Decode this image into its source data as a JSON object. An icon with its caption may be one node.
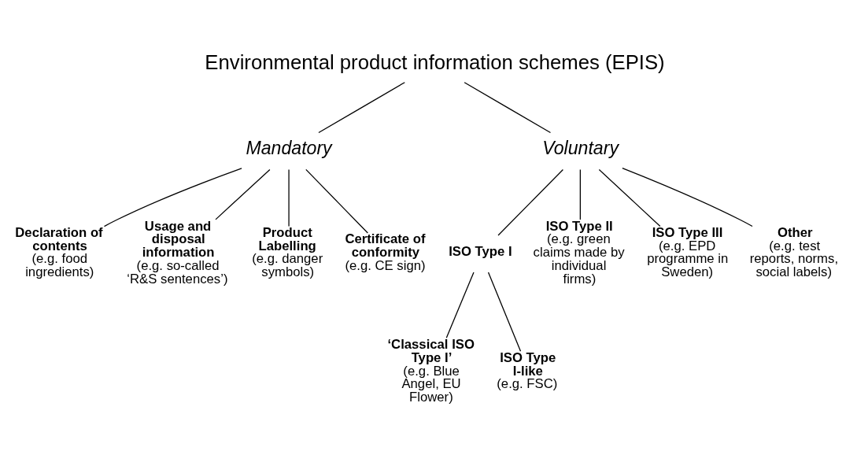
{
  "diagram": {
    "nodes": [
      {
        "text": [
          "Environmental product information schemes (EPIS)"
        ]
      },
      {
        "text": [
          "Mandatory"
        ]
      },
      {
        "text": [
          "Voluntary"
        ]
      },
      {
        "text": [
          "Declaration of contents",
          "(e.g. food ingredients)"
        ]
      },
      {
        "text": [
          "Usage and disposal information",
          "(e.g. so-called ‘R&S sentences’)"
        ]
      },
      {
        "text": [
          "Product Labelling",
          "(e.g. danger symbols)"
        ]
      },
      {
        "text": [
          "Certificate of conformity",
          "(e.g. CE sign)"
        ]
      },
      {
        "text": [
          "ISO Type I"
        ]
      },
      {
        "text": [
          "ISO Type II",
          "(e.g. green claims made by individual firms)"
        ]
      },
      {
        "text": [
          "ISO Type III",
          "(e.g. EPD programme in Sweden)"
        ]
      },
      {
        "text": [
          "Other",
          "(e.g. test reports, norms, social labels)"
        ]
      },
      {
        "text": [
          "‘Classical ISO Type I’",
          "(e.g. Blue Angel, EU Flower)"
        ]
      },
      {
        "text": [
          "ISO Type I-like",
          "(e.g. FSC)"
        ]
      }
    ],
    "edges": [
      {
        "from": 0,
        "to": 1,
        "arrow": "none"
      },
      {
        "from": 0,
        "to": 2,
        "arrow": "none"
      },
      {
        "from": 1,
        "to": 3,
        "arrow": "none"
      },
      {
        "from": 1,
        "to": 4,
        "arrow": "none"
      },
      {
        "from": 1,
        "to": 5,
        "arrow": "none"
      },
      {
        "from": 1,
        "to": 6,
        "arrow": "none"
      },
      {
        "from": 2,
        "to": 7,
        "arrow": "none"
      },
      {
        "from": 2,
        "to": 8,
        "arrow": "none"
      },
      {
        "from": 2,
        "to": 9,
        "arrow": "none"
      },
      {
        "from": 2,
        "to": 10,
        "arrow": "none"
      },
      {
        "from": 7,
        "to": 11,
        "arrow": "none"
      },
      {
        "from": 7,
        "to": 12,
        "arrow": "none"
      }
    ]
  }
}
